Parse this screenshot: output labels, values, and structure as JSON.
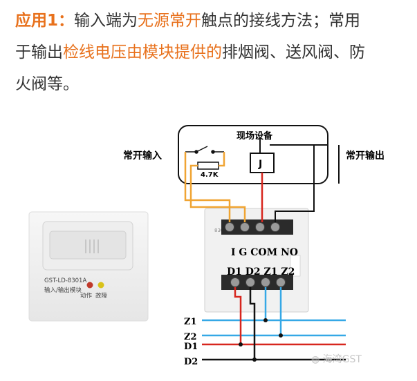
{
  "heading": {
    "lead": "应用1：",
    "line1_a": "输入端为",
    "line1_hl": "无源常开",
    "line1_b": "触点的接线方法；常用",
    "line2_a": "于输出",
    "line2_hl": "检线电压由模块提供的",
    "line2_b": "排烟阀、送风阀、防",
    "line3": "火阀等。"
  },
  "colors": {
    "accent": "#e8711c",
    "wire_orange": "#f0a432",
    "wire_red": "#d7261e",
    "wire_blue": "#35a8e6",
    "wire_black": "#111111"
  },
  "module": {
    "model": "GST-LD-8301A",
    "name": "输入/输出模块",
    "led_action": "动作",
    "led_fault": "故障"
  },
  "diagram": {
    "field_device": "现场设备",
    "input_label": "常开输入",
    "output_label": "常开输出",
    "resistor": "4.7K",
    "relay": "J",
    "board_model": "8301A",
    "top_terminals": "I  G  COM NO",
    "bottom_terminals": "D1  D2  Z1  Z2",
    "bus_lines": [
      "Z1",
      "Z2",
      "D1",
      "D2"
    ]
  },
  "watermark": "海湾GST"
}
